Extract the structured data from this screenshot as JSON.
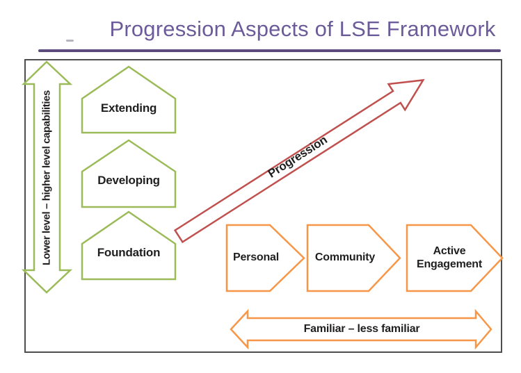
{
  "title": "Progression Aspects of LSE Framework",
  "diagram": {
    "vertical_axis_label": "Lower level – higher level capabilities",
    "levels": [
      {
        "label": "Extending"
      },
      {
        "label": "Developing"
      },
      {
        "label": "Foundation"
      }
    ],
    "progression_arrow_label": "Progression",
    "stages": [
      {
        "label": "Personal"
      },
      {
        "label": "Community"
      },
      {
        "label": "Active Engagement"
      }
    ],
    "horizontal_axis_label": "Familiar – less familiar"
  },
  "colors": {
    "title_purple": "#6C5B9A",
    "underline_purple": "#5E4B7E",
    "level_green": "#9BBB59",
    "progression_red": "#C0504D",
    "stage_orange": "#F79646",
    "frame_gray": "#4E4E4E",
    "label_black": "#1f1f1f"
  }
}
